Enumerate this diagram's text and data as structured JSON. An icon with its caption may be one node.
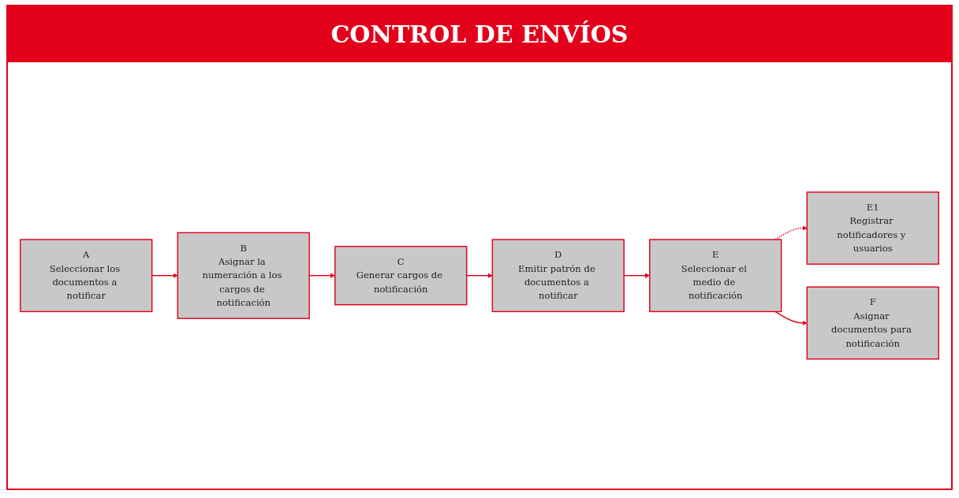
{
  "diagram": {
    "title": "CONTROL DE ENVÍOS",
    "nodes": [
      {
        "text": [
          "A",
          "Seleccionar los documentos a notificar"
        ]
      },
      {
        "text": [
          "B",
          "Asignar la numeración a los cargos de notificación"
        ]
      },
      {
        "text": [
          "C",
          "Generar cargos de notificación"
        ]
      },
      {
        "text": [
          "D",
          "Emitir patrón de documentos a notificar"
        ]
      },
      {
        "text": [
          "E",
          "Seleccionar el medio de notificación"
        ]
      },
      {
        "text": [
          "E1",
          "Registrar notificadores y usuarios"
        ]
      },
      {
        "text": [
          "F",
          "Asignar documentos para notificación"
        ]
      }
    ],
    "edges": [
      {
        "from": 0,
        "to": 1,
        "arrow": "to"
      },
      {
        "from": 1,
        "to": 2,
        "arrow": "to"
      },
      {
        "from": 2,
        "to": 3,
        "arrow": "to"
      },
      {
        "from": 3,
        "to": 4,
        "arrow": "to"
      },
      {
        "from": 4,
        "to": 5,
        "arrow": "to",
        "style": "dashed"
      },
      {
        "from": 4,
        "to": 6,
        "arrow": "to"
      }
    ]
  }
}
